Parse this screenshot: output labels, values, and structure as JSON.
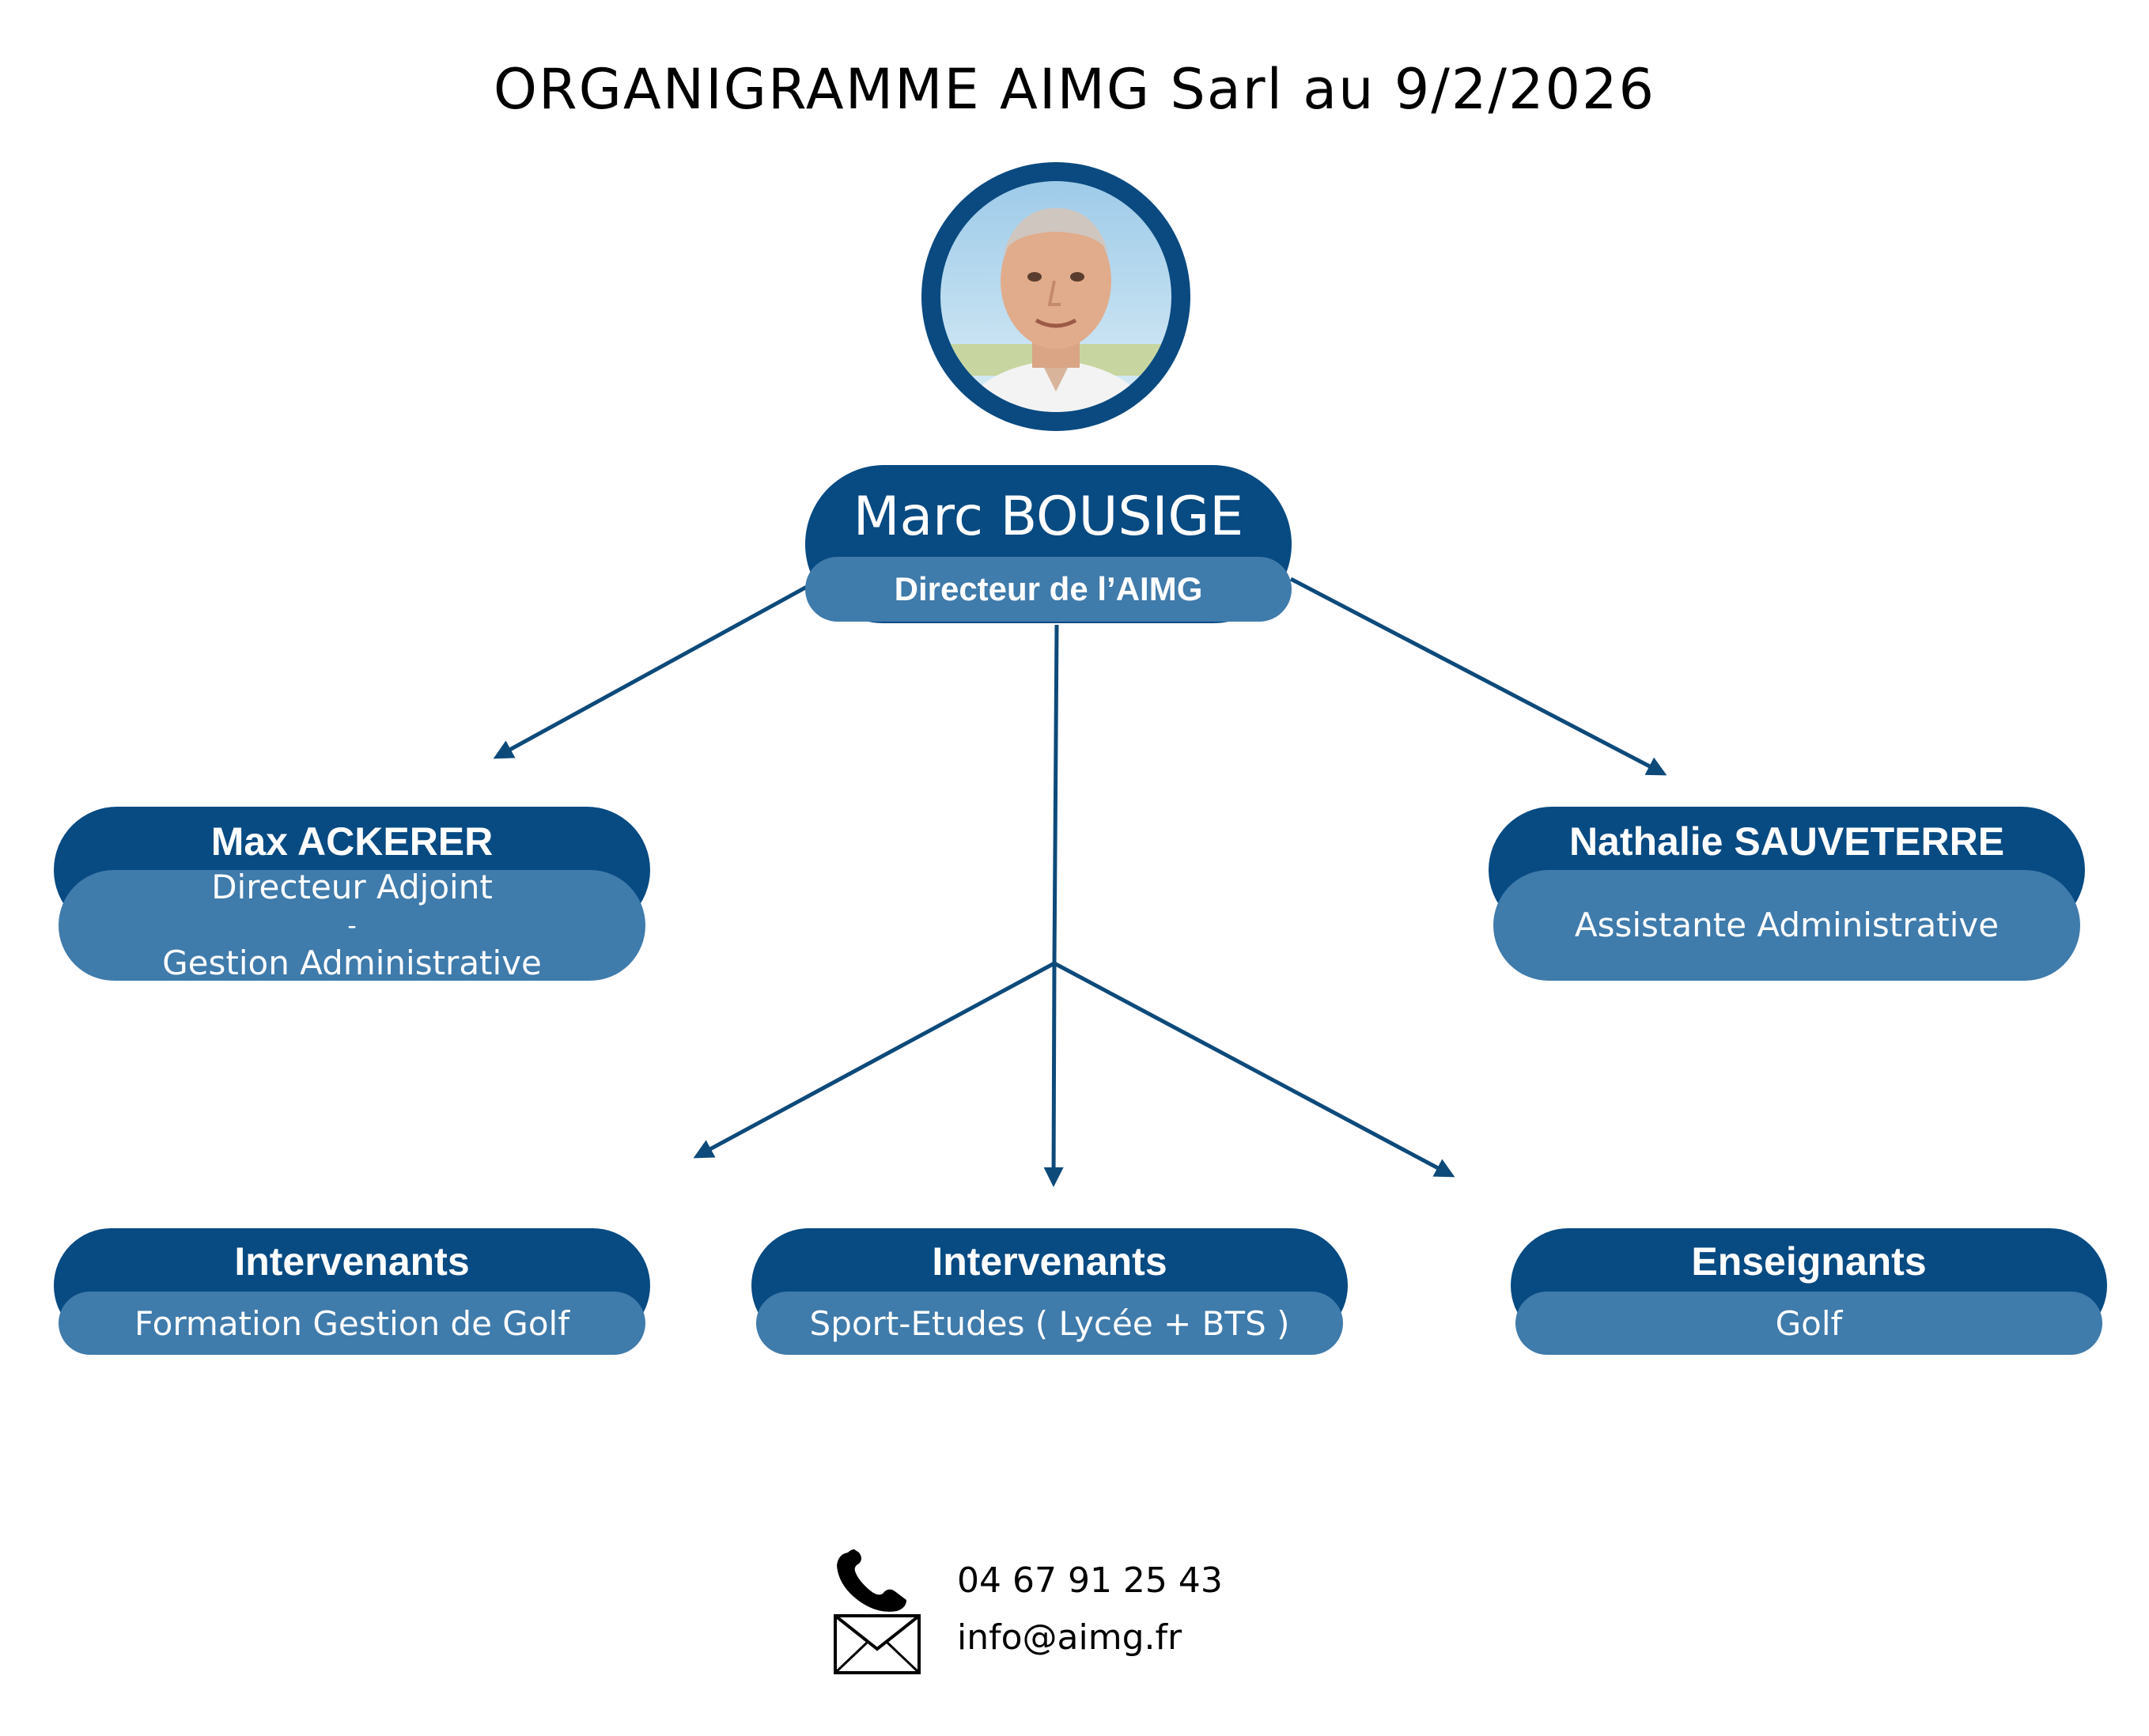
{
  "title": "ORGANIGRAMME AIMG Sarl au 9/2/2026",
  "director": {
    "name": "Marc BOUSIGE",
    "role": "Directeur de l’AIMG"
  },
  "deputy": {
    "name": "Max ACKERER",
    "role_line1": "Directeur Adjoint",
    "separator": "-",
    "role_line2": "Gestion Administrative"
  },
  "assistant": {
    "name": "Nathalie SAUVETERRE",
    "role": "Assistante Administrative"
  },
  "teams": [
    {
      "heading": "Intervenants",
      "subject": "Formation Gestion de Golf"
    },
    {
      "heading": "Intervenants",
      "subject": "Sport-Etudes ( Lycée + BTS )"
    },
    {
      "heading": "Enseignants",
      "subject": "Golf"
    }
  ],
  "contact": {
    "phone": "04 67 91 25 43",
    "email": "info@aimg.fr"
  },
  "colors": {
    "dark_blue": "#084a82",
    "mid_blue": "#3f7bab",
    "link": "#0d4a7a"
  },
  "icons": {
    "phone": "phone-icon",
    "email": "envelope-icon"
  }
}
